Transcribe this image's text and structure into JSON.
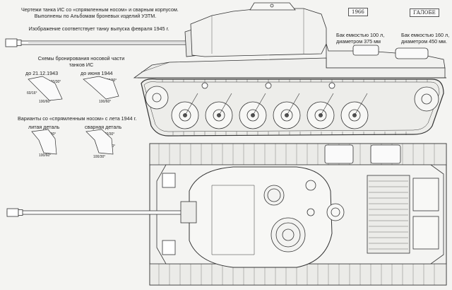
{
  "header": {
    "line1": "Чертежи танка ИС со «спрямленным носом» и сварным корпусом.",
    "line2": "Выполнены по Альбомам броневых изделий УЗТМ.",
    "note": "Изображение соответствует танку выпуска февраля 1945 г."
  },
  "tanks": {
    "left_title": "Бак емкостью 100 л,",
    "left_diameter": "диаметром 375 мм",
    "right_title": "Бак емкостью 160 л,",
    "right_diameter": "диаметром 450 мм."
  },
  "armor": {
    "title_line1": "Схемы бронирования носовой части",
    "title_line2": "танков ИС",
    "before": "до 21.12.1943",
    "after": "до июня 1944",
    "variants": "Варианты со «спрямленным носом» с лета 1944 г.",
    "cast": "литая деталь",
    "welded": "сварная деталь",
    "dims": [
      "120/30°",
      "60/16°",
      "100/60°",
      "120/30°",
      "100/60°",
      "120/30°",
      "100/60°",
      "120/30°",
      "120/30°",
      "100/30°"
    ]
  },
  "labels": {
    "tag_left": "1966",
    "tag_right": "ГАЛОБЕ"
  }
}
